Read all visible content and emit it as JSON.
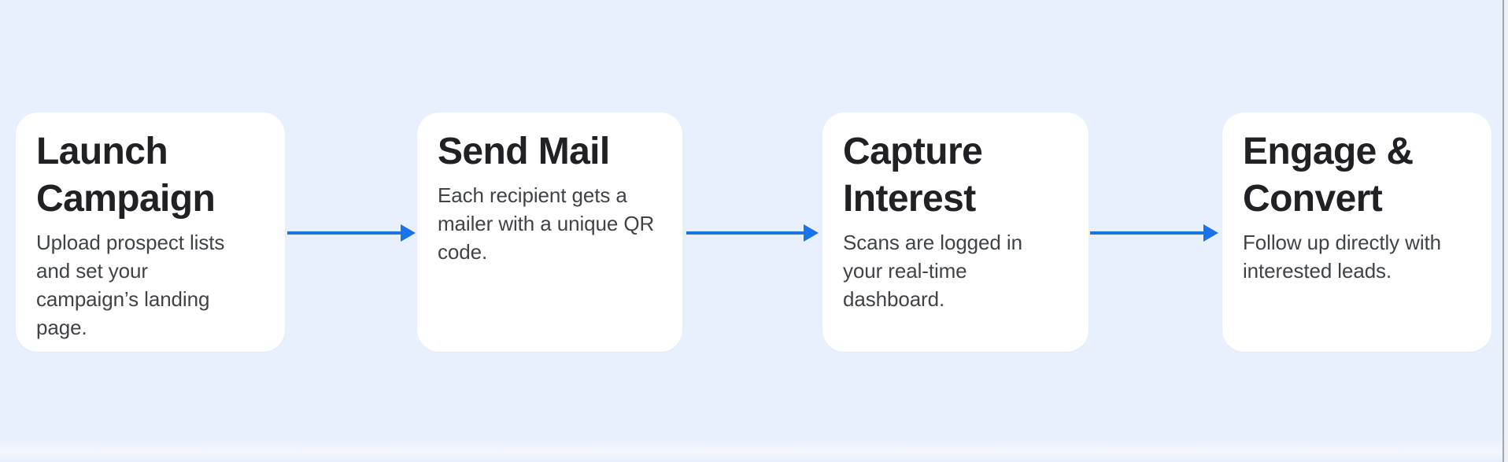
{
  "page": {
    "background_color": "#e9f0fd",
    "card_background_color": "#ffffff",
    "title_color": "#202124",
    "body_color": "#3f4348"
  },
  "flow": {
    "arrow_color": "#1a73e8",
    "steps": [
      {
        "title": [
          "Launch",
          "Campaign"
        ],
        "description": [
          "Upload prospect lists",
          "and set your",
          "campaign’s landing",
          "page."
        ]
      },
      {
        "title": [
          "Send Mail"
        ],
        "description": [
          "Each recipient gets a",
          "mailer with a unique QR",
          "code."
        ]
      },
      {
        "title": [
          "Capture",
          "Interest"
        ],
        "description": [
          "Scans are logged in",
          "your real-time",
          "dashboard."
        ]
      },
      {
        "title": [
          "Engage &",
          "Convert"
        ],
        "description": [
          "Follow up directly with",
          "interested leads."
        ]
      }
    ]
  }
}
